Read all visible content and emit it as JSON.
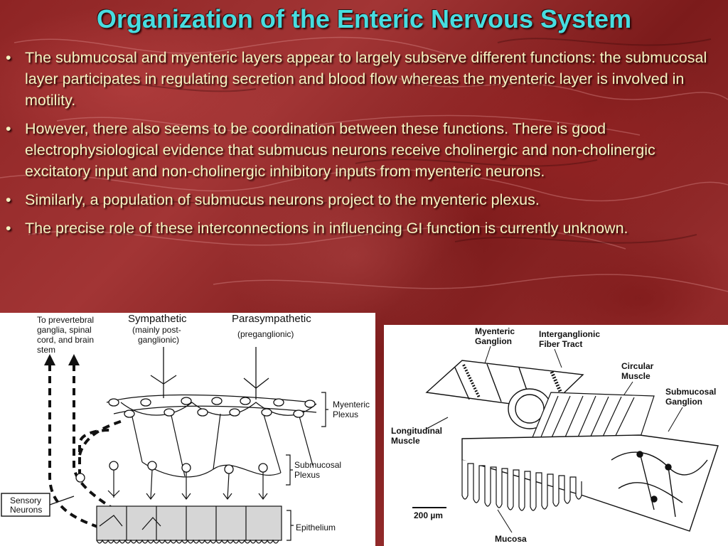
{
  "slide": {
    "title": "Organization of the Enteric Nervous System",
    "bullet_glyph": "•",
    "bullets": [
      "The submucosal and myenteric layers appear to largely subserve different functions: the submucosal layer participates in regulating secretion and blood flow whereas the myenteric layer is involved in motility.",
      "However, there also seems to be coordination between these functions. There is good electrophysiological evidence that submucus neurons receive cholinergic and non-cholinergic excitatory input and non-cholinergic inhibitory inputs from myenteric neurons.",
      "Similarly, a population of submucus neurons project to the myenteric plexus.",
      "The precise role of these interconnections in influencing GI function is currently unknown."
    ]
  },
  "left_diagram": {
    "prevertebral_label": [
      "To prevertebral",
      "ganglia, spinal",
      "cord, and brain",
      "stem"
    ],
    "sympathetic": "Sympathetic",
    "sympathetic_sub": [
      "(mainly post-",
      "ganglionic)"
    ],
    "parasympathetic": "Parasympathetic",
    "parasympathetic_sub": "(preganglionic)",
    "myenteric_label": [
      "Myenteric",
      "Plexus"
    ],
    "submucosal_label": [
      "Submucosal",
      "Plexus"
    ],
    "epithelium_label": "Epithelium",
    "sensory_label": [
      "Sensory",
      "Neurons"
    ]
  },
  "right_diagram": {
    "myenteric_ganglion": [
      "Myenteric",
      "Ganglion"
    ],
    "interganglionic": [
      "Interganglionic",
      "Fiber Tract"
    ],
    "circular_muscle": [
      "Circular",
      "Muscle"
    ],
    "submucosal_ganglion": [
      "Submucosal",
      "Ganglion"
    ],
    "longitudinal_muscle": [
      "Longitudinal",
      "Muscle"
    ],
    "scale_bar": "200 µm",
    "mucosa": "Mucosa"
  }
}
